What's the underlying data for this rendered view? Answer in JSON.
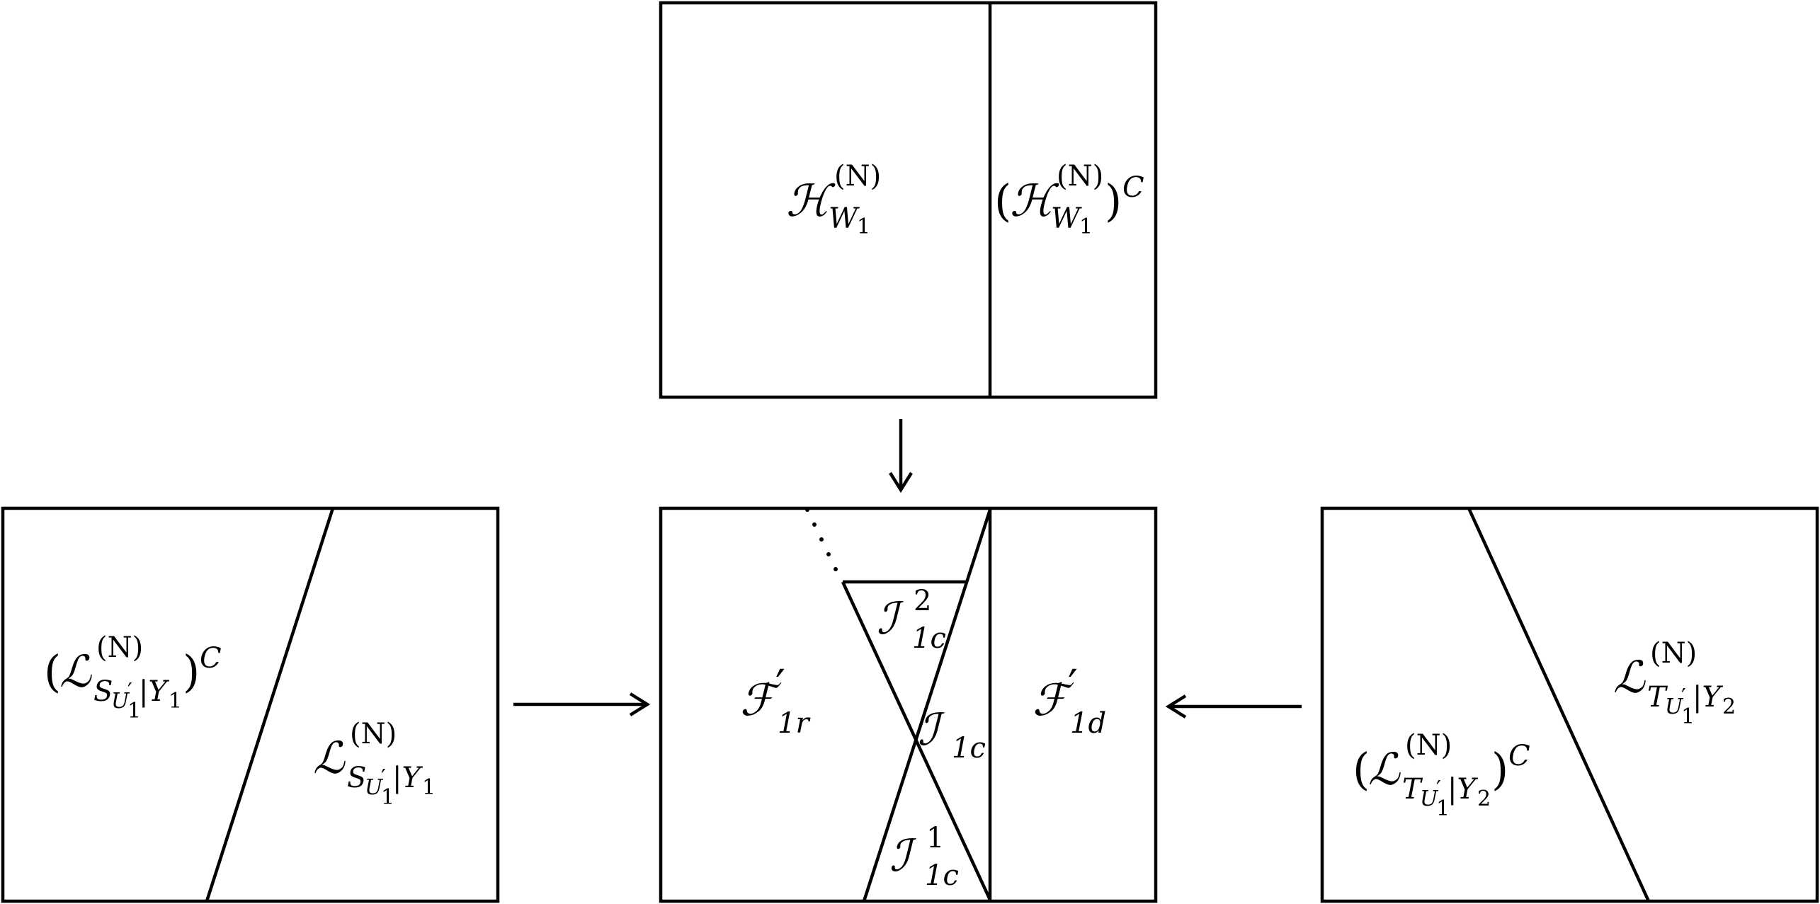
{
  "diagram": {
    "top_box": {
      "left_label": {
        "main": "ℋ",
        "sup": "(N)",
        "sub": "W",
        "subsub": "1"
      },
      "right_label": {
        "open": "(",
        "main": "ℋ",
        "sup": "(N)",
        "sub": "W",
        "subsub": "1",
        "close": ")",
        "csup": "C"
      }
    },
    "left_box": {
      "complement_label": {
        "open": "(",
        "main": "ℒ",
        "sup": "(N)",
        "sub": "S",
        "subU": "U",
        "prime": "′",
        "subsub1": "1",
        "bar": "|Y",
        "bar_sub": "1",
        "close": ")",
        "csup": "C"
      },
      "label": {
        "main": "ℒ",
        "sup": "(N)",
        "sub": "S",
        "subU": "U",
        "prime": "′",
        "subsub1": "1",
        "bar": "|Y",
        "bar_sub": "1"
      }
    },
    "center_box": {
      "f1r": {
        "main": "ℱ",
        "prime": "′",
        "sub": "1r"
      },
      "f1d": {
        "main": "ℱ",
        "prime": "′",
        "sub": "1d"
      },
      "i1c": {
        "main": "ℐ",
        "sub": "1c"
      },
      "i1c_top": {
        "main": "ℐ",
        "sup": "2",
        "sub": "1c"
      },
      "i1c_bottom": {
        "main": "ℐ",
        "sup": "1",
        "sub": "1c"
      }
    },
    "right_box": {
      "label": {
        "main": "ℒ",
        "sup": "(N)",
        "sub": "T",
        "subU": "U",
        "prime": "′",
        "subsub1": "1",
        "bar": "|Y",
        "bar_sub": "2"
      },
      "complement_label": {
        "open": "(",
        "main": "ℒ",
        "sup": "(N)",
        "sub": "T",
        "subU": "U",
        "prime": "′",
        "subsub1": "1",
        "bar": "|Y",
        "bar_sub": "2",
        "close": ")",
        "csup": "C"
      }
    }
  }
}
